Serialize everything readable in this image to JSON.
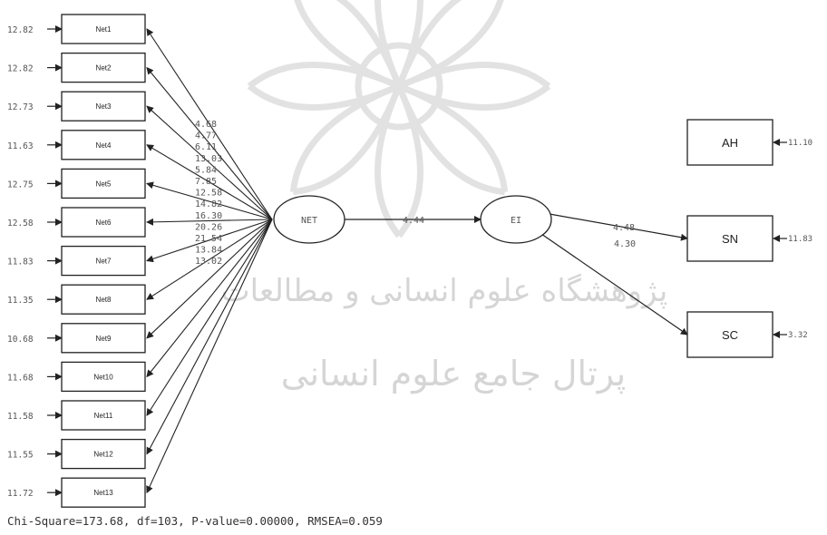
{
  "indicators": [
    {
      "label": "Net1",
      "error": "12.82"
    },
    {
      "label": "Net2",
      "error": "12.82"
    },
    {
      "label": "Net3",
      "error": "12.73"
    },
    {
      "label": "Net4",
      "error": "11.63"
    },
    {
      "label": "Net5",
      "error": "12.75"
    },
    {
      "label": "Net6",
      "error": "12.58"
    },
    {
      "label": "Net7",
      "error": "11.83"
    },
    {
      "label": "Net8",
      "error": "11.35"
    },
    {
      "label": "Net9",
      "error": "10.68"
    },
    {
      "label": "Net10",
      "error": "11.68"
    },
    {
      "label": "Net11",
      "error": "11.58"
    },
    {
      "label": "Net12",
      "error": "11.55"
    },
    {
      "label": "Net13",
      "error": "11.72"
    }
  ],
  "loadings": [
    "4.68",
    "4.77",
    "6.11",
    "13.03",
    "5.84",
    "7.85",
    "12.58",
    "14.82",
    "16.30",
    "20.26",
    "21.54",
    "13.84",
    "13.02"
  ],
  "latents": {
    "net": "NET",
    "ei": "EI"
  },
  "paths": {
    "net_ei": "4.44",
    "ei_sn": "4.48",
    "ei_sc": "4.30"
  },
  "outcomes": [
    {
      "label": "AH",
      "error": "11.10"
    },
    {
      "label": "SN",
      "error": "11.83"
    },
    {
      "label": "SC",
      "error": "3.32"
    }
  ],
  "fit_line": "Chi-Square=173.68, df=103, P-value=0.00000, RMSEA=0.059",
  "watermark": {
    "line1": "پژوهشگاه علوم انسانی و مطالعات",
    "line2": "پرتال جامع علوم انسانی"
  }
}
